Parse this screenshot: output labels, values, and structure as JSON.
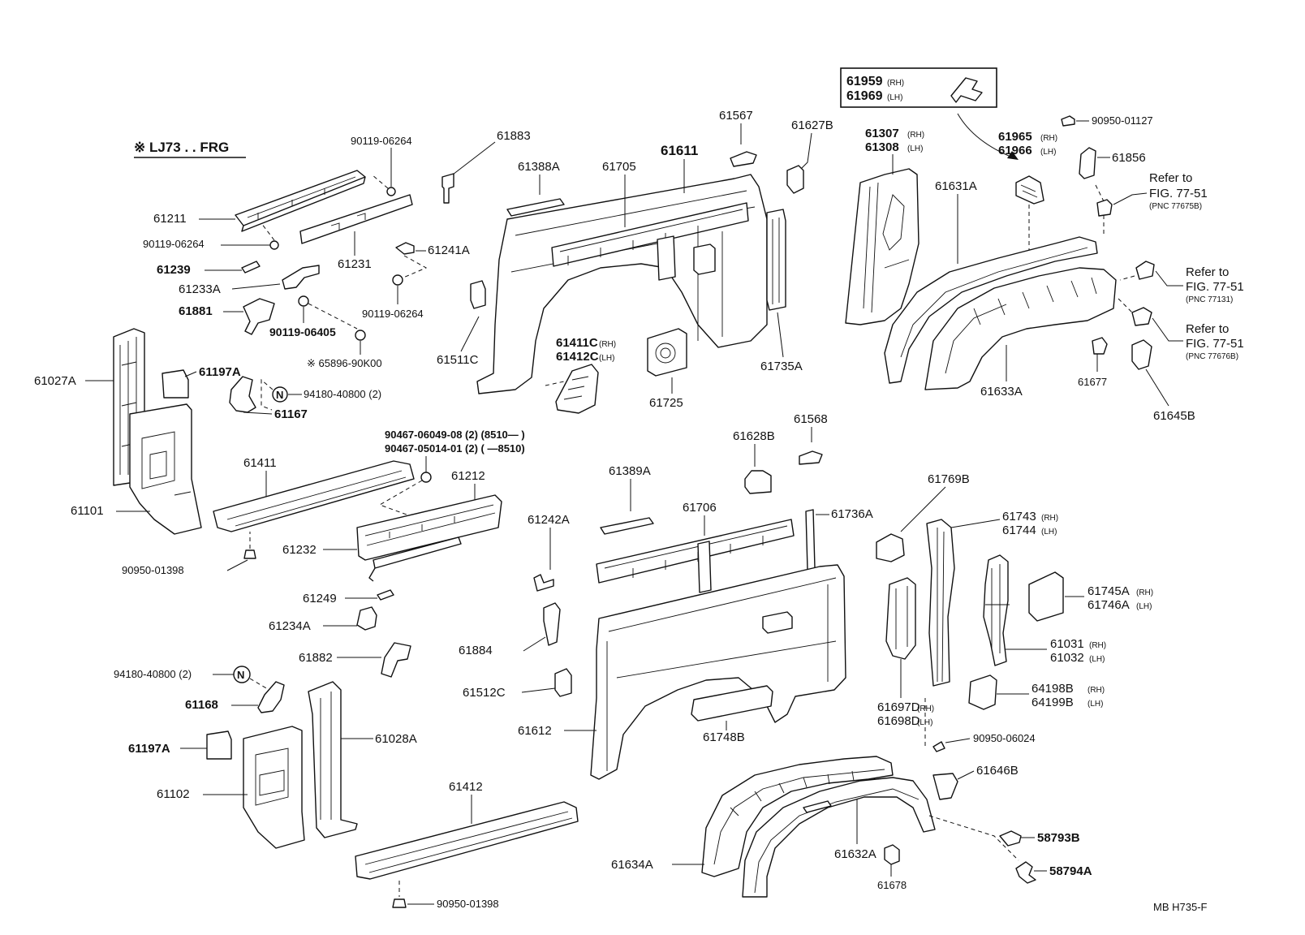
{
  "header": {
    "variant_label": "※ LJ73 . . FRG"
  },
  "inset_box": {
    "part_rh": "61959",
    "suffix_rh": "(RH)",
    "part_lh": "61969",
    "suffix_lh": "(LH)"
  },
  "refs": {
    "a": {
      "line1": "Refer to",
      "line2": "FIG. 77-51",
      "pnc": "(PNC 77675B)"
    },
    "b": {
      "line1": "Refer to",
      "line2": "FIG. 77-51",
      "pnc": "(PNC 77131)"
    },
    "c": {
      "line1": "Refer to",
      "line2": "FIG. 77-51",
      "pnc": "(PNC 77676B)"
    }
  },
  "labels": {
    "p61883": "61883",
    "p90119_a": "90119-06264",
    "p61211": "61211",
    "p90119_b": "90119-06264",
    "p61239": "61239",
    "p61233A": "61233A",
    "p61881": "61881",
    "p61231": "61231",
    "p61241A": "61241A",
    "p90119_c": "90119-06264",
    "p90119_06405": "90119-06405",
    "p65896": "※ 65896-90K00",
    "p61027A": "61027A",
    "p61197A_a": "61197A",
    "p94180_a": "94180-40800 (2)",
    "p61167": "61167",
    "p61101": "61101",
    "p90950_01398_a": "90950-01398",
    "p61411": "61411",
    "p90467_a": "90467-06049-08 (2) (8510—    )",
    "p90467_b": "90467-05014-01 (2) (        —8510)",
    "p61212": "61212",
    "p61232": "61232",
    "p61249": "61249",
    "p61234A": "61234A",
    "p61882": "61882",
    "p94180_b": "94180-40800 (2)",
    "p61168": "61168",
    "p61197A_b": "61197A",
    "p61028A": "61028A",
    "p61102": "61102",
    "p61412": "61412",
    "p90950_01398_b": "90950-01398",
    "p61388A": "61388A",
    "p61705": "61705",
    "p61611": "61611",
    "p61567": "61567",
    "p61627B": "61627B",
    "p61511C": "61511C",
    "p61411C": "61411C",
    "p61412C": "61412C",
    "p61725": "61725",
    "p61735A": "61735A",
    "p61628B": "61628B",
    "p61568": "61568",
    "p61389A": "61389A",
    "p61706": "61706",
    "p61736A": "61736A",
    "p61242A": "61242A",
    "p61884": "61884",
    "p61512C": "61512C",
    "p61612": "61612",
    "p61748B": "61748B",
    "p61307": "61307",
    "p61308": "61308",
    "p61965": "61965",
    "p61966": "61966",
    "p90950_01127": "90950-01127",
    "p61856": "61856",
    "p61631A": "61631A",
    "p61633A": "61633A",
    "p61677": "61677",
    "p61645B": "61645B",
    "p61769B": "61769B",
    "p61743": "61743",
    "p61744": "61744",
    "p61745A": "61745A",
    "p61746A": "61746A",
    "p61031": "61031",
    "p61032": "61032",
    "p64198B": "64198B",
    "p64199B": "64199B",
    "p61697D": "61697D",
    "p61698D": "61698D",
    "p90950_06024": "90950-06024",
    "p61646B": "61646B",
    "p58793B": "58793B",
    "p58794A": "58794A",
    "p61634A": "61634A",
    "p61632A": "61632A",
    "p61678": "61678"
  },
  "side": {
    "rh": "(RH)",
    "lh": "(LH)"
  },
  "nut_symbol": "N",
  "footer": {
    "code": "MB  H735-F"
  }
}
